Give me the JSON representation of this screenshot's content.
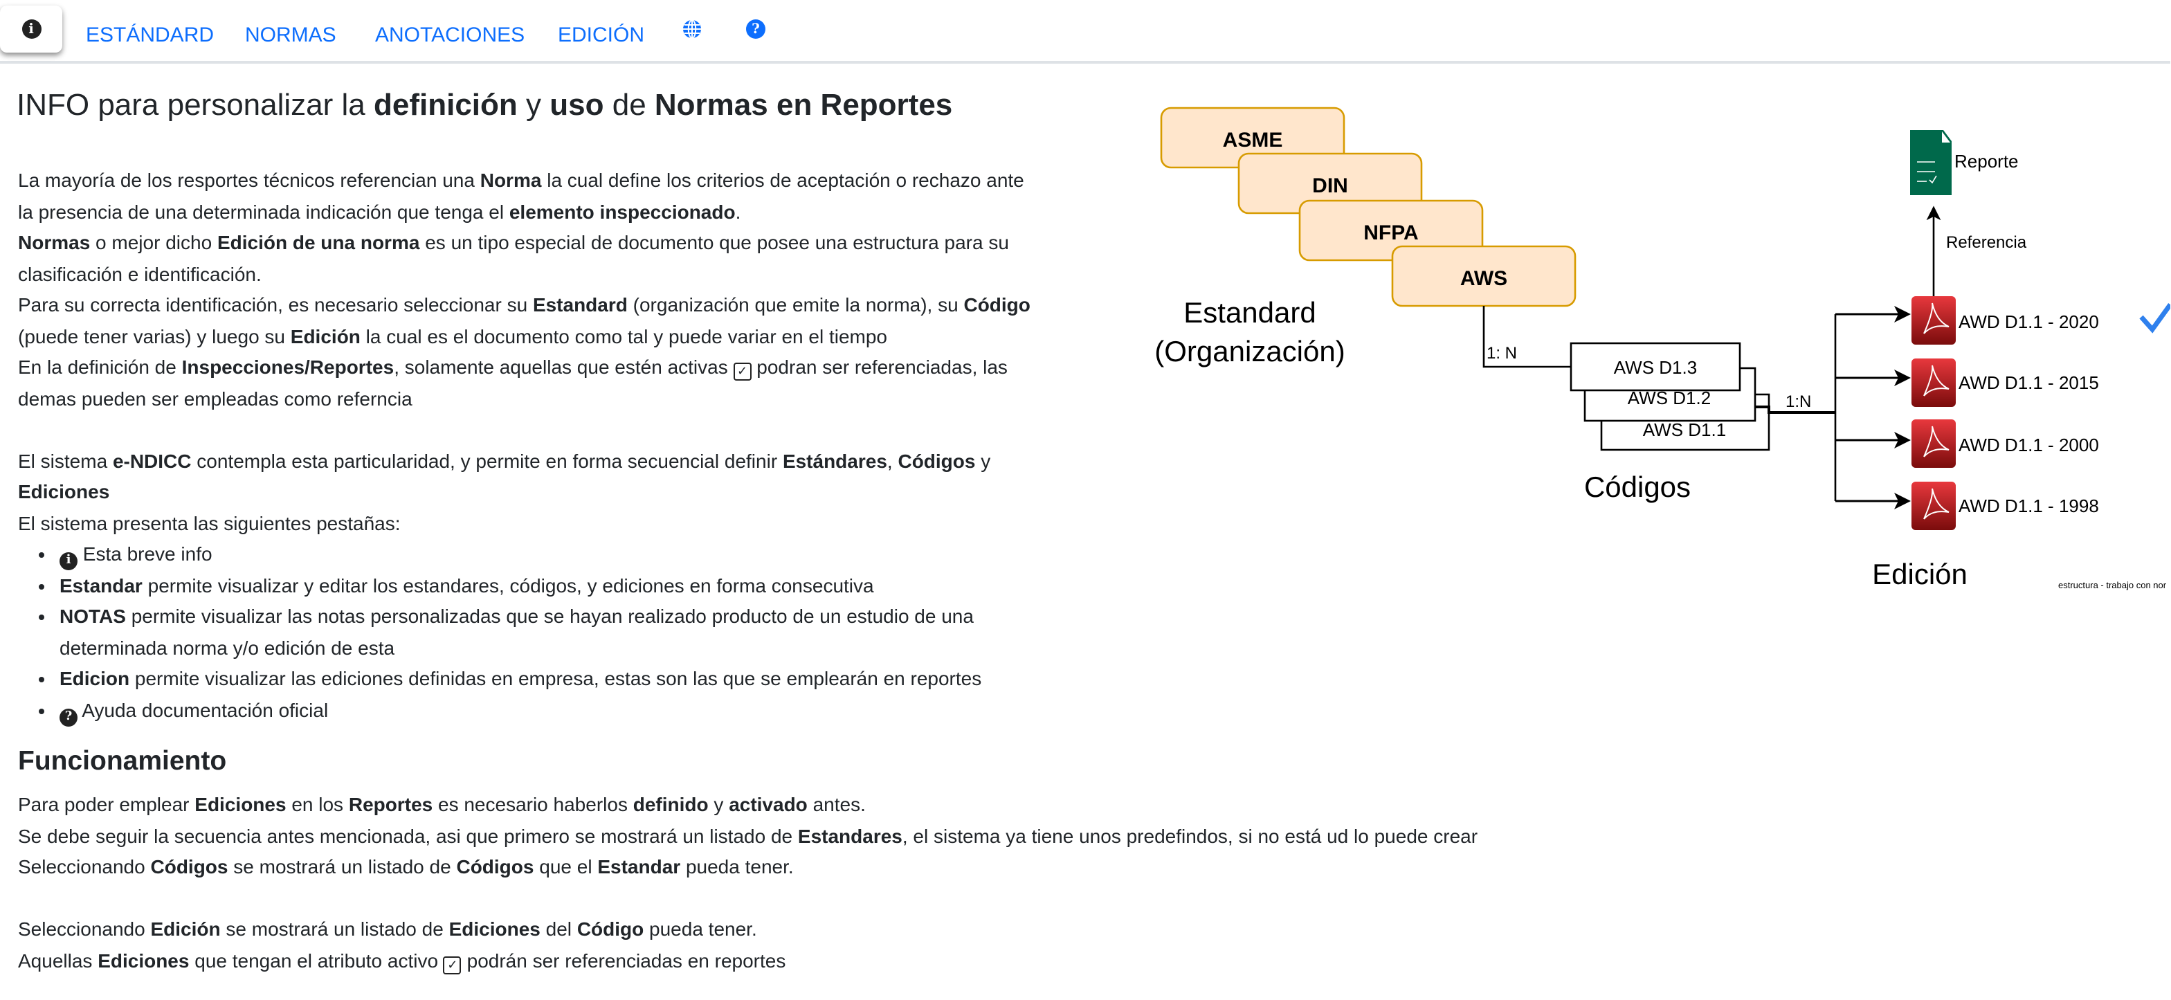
{
  "nav": {
    "info_icon": "info-circle-icon",
    "tabs": [
      "ESTÁNDARD",
      "NORMAS",
      "ANOTACIONES",
      "EDICIÓN"
    ],
    "globe_icon": "globe-icon",
    "help_icon": "question-circle-icon",
    "accent": "#0d6efd"
  },
  "title": {
    "prefix": "INFO para personalizar la ",
    "b1": "definición",
    "mid": " y ",
    "b2": "uso",
    "mid2": " de ",
    "b3": "Normas en Reportes"
  },
  "intro": [
    [
      {
        "t": "La mayoría de los resportes técnicos referencian una "
      },
      {
        "t": "Norma",
        "b": 1
      },
      {
        "t": " la cual define los criterios de aceptación o rechazo ante"
      }
    ],
    [
      {
        "t": "la presencia de una determinada indicación que tenga el "
      },
      {
        "t": "elemento inspeccionado",
        "b": 1
      },
      {
        "t": "."
      }
    ],
    [
      {
        "t": "Normas",
        "b": 1
      },
      {
        "t": " o mejor dicho "
      },
      {
        "t": "Edición de una norma",
        "b": 1
      },
      {
        "t": " es un tipo especial de documento que posee una estructura para su"
      }
    ],
    [
      {
        "t": "clasificación e identificación."
      }
    ],
    [
      {
        "t": "Para su correcta identificación, es necesario seleccionar su "
      },
      {
        "t": "Estandard",
        "b": 1
      },
      {
        "t": " (organización que emite la norma), su "
      },
      {
        "t": "Código",
        "b": 1
      }
    ],
    [
      {
        "t": "(puede tener varias) y luego su "
      },
      {
        "t": "Edición",
        "b": 1
      },
      {
        "t": " la cual es el documento como tal y puede variar en el tiempo"
      }
    ],
    [
      {
        "t": "En la definición de "
      },
      {
        "t": "Inspecciones/Reportes",
        "b": 1
      },
      {
        "t": ", solamente aquellas que estén activas "
      },
      {
        "icon": "check"
      },
      {
        "t": " podran ser referenciadas, las"
      }
    ],
    [
      {
        "t": "demas pueden ser empleadas como referncia"
      }
    ],
    [],
    [
      {
        "t": "El sistema "
      },
      {
        "t": "e-NDICC",
        "b": 1
      },
      {
        "t": " contempla esta particularidad, y permite en forma secuencial definir "
      },
      {
        "t": "Estándares",
        "b": 1
      },
      {
        "t": ", "
      },
      {
        "t": "Códigos",
        "b": 1
      },
      {
        "t": " y"
      }
    ],
    [
      {
        "t": "Ediciones",
        "b": 1
      }
    ],
    [
      {
        "t": "El sistema presenta las siguientes pestañas:"
      }
    ]
  ],
  "tabs_list": [
    [
      {
        "icon": "info"
      },
      {
        "t": " Esta breve info"
      }
    ],
    [
      {
        "t": "Estandar",
        "b": 1
      },
      {
        "t": " permite visualizar y editar los estandares, códigos, y ediciones en forma consecutiva"
      }
    ],
    [
      {
        "t": "NOTAS",
        "b": 1
      },
      {
        "t": " permite visualizar las notas personalizadas que se hayan realizado producto de un estudio de una"
      },
      {
        "br": 1
      },
      {
        "t": "determinada norma y/o edición de esta"
      }
    ],
    [
      {
        "t": "Edicion",
        "b": 1
      },
      {
        "t": " permite visualizar las ediciones definidas en empresa, estas son las que se emplearán en reportes"
      }
    ],
    [
      {
        "icon": "help"
      },
      {
        "t": " Ayuda documentación oficial"
      }
    ]
  ],
  "funcionamiento": {
    "heading": "Funcionamiento",
    "lines": [
      [
        {
          "t": "Para poder emplear "
        },
        {
          "t": "Ediciones",
          "b": 1
        },
        {
          "t": " en los "
        },
        {
          "t": "Reportes",
          "b": 1
        },
        {
          "t": " es necesario haberlos "
        },
        {
          "t": "definido",
          "b": 1
        },
        {
          "t": " y "
        },
        {
          "t": "activado",
          "b": 1
        },
        {
          "t": " antes."
        }
      ],
      [
        {
          "t": "Se debe seguir la secuencia antes mencionada, asi que primero se mostrará un listado de "
        },
        {
          "t": "Estandares",
          "b": 1
        },
        {
          "t": ", el sistema ya tiene unos predefindos, si no está ud lo puede crear"
        }
      ],
      [
        {
          "t": "Seleccionando "
        },
        {
          "t": "Códigos",
          "b": 1
        },
        {
          "t": " se mostrará un listado de "
        },
        {
          "t": "Códigos",
          "b": 1
        },
        {
          "t": " que el "
        },
        {
          "t": "Estandar",
          "b": 1
        },
        {
          "t": " pueda tener."
        }
      ],
      [],
      [
        {
          "t": "Seleccionando "
        },
        {
          "t": "Edición",
          "b": 1
        },
        {
          "t": " se mostrará un listado de "
        },
        {
          "t": "Ediciones",
          "b": 1
        },
        {
          "t": " del "
        },
        {
          "t": "Código",
          "b": 1
        },
        {
          "t": " pueda tener."
        }
      ],
      [
        {
          "t": "Aquellas "
        },
        {
          "t": "Ediciones",
          "b": 1
        },
        {
          "t": " que tengan el atributo activo "
        },
        {
          "icon": "check"
        },
        {
          "t": " podrán ser referenciadas en reportes"
        }
      ]
    ]
  },
  "diagram": {
    "standards": [
      "ASME",
      "DIN",
      "NFPA",
      "AWS"
    ],
    "standard_label": [
      "Estandard",
      "(Organización)"
    ],
    "rel1": "1: N",
    "codes": [
      "AWS D1.3",
      "AWS D1.2",
      "AWS D1.1"
    ],
    "codes_label": "Códigos",
    "rel2": "1:N",
    "editions": [
      "AWD D1.1 - 2020",
      "AWD D1.1 - 2015",
      "AWD D1.1 - 2000",
      "AWD D1.1 - 1998"
    ],
    "edition_label": "Edición",
    "report": "Reporte",
    "reference": "Referencia",
    "caption": "estructura - trabajo con nor",
    "colors": {
      "box_fill": "#ffe6cc",
      "box_stroke": "#d79b00",
      "report": "#00694b",
      "pdf": "#c1272d",
      "check": "#2f80ed"
    }
  }
}
